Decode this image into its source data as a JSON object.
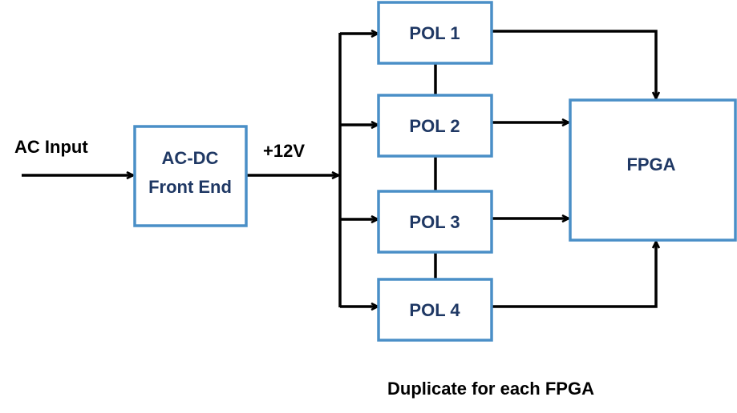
{
  "labels": {
    "ac_input": "AC Input",
    "rail": "+12V",
    "caption": "Duplicate for each FPGA"
  },
  "blocks": {
    "acdc_line1": "AC-DC",
    "acdc_line2": "Front End",
    "pol1": "POL 1",
    "pol2": "POL 2",
    "pol3": "POL 3",
    "pol4": "POL 4",
    "fpga": "FPGA"
  },
  "colors": {
    "box_border": "#4a8fc7",
    "box_text": "#1f3864",
    "line": "#000000"
  }
}
